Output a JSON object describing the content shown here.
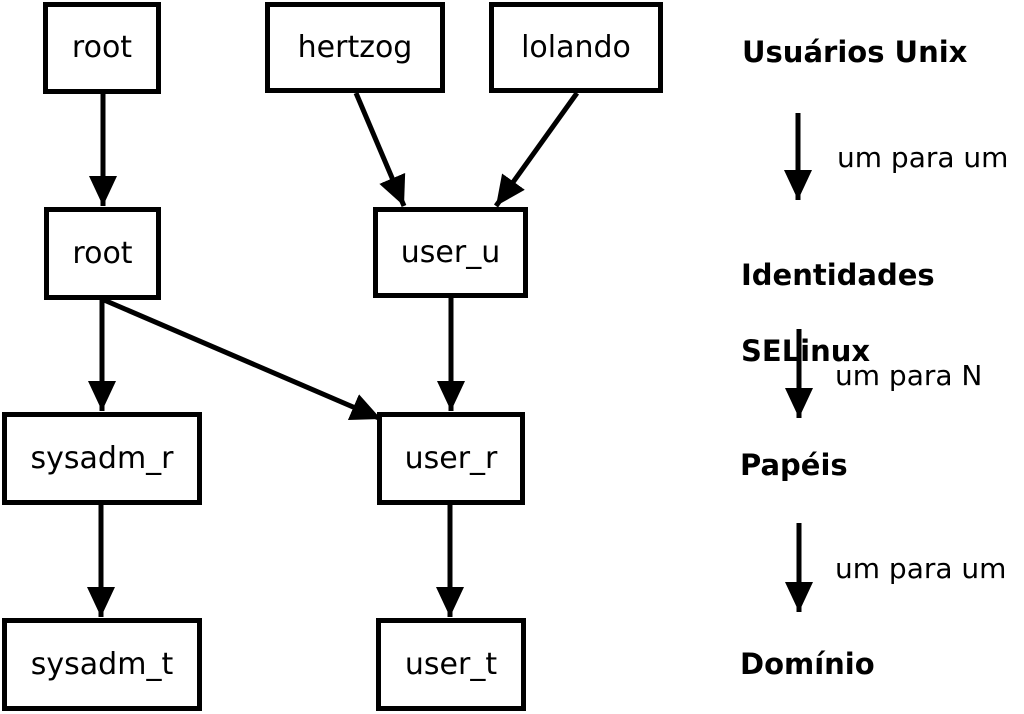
{
  "diagram": {
    "background_color": "#ffffff",
    "line_color": "#000000",
    "boxes": {
      "root_unix": "root",
      "hertzog": "hertzog",
      "lolando": "lolando",
      "root_selinux": "root",
      "user_u": "user_u",
      "sysadm_r": "sysadm_r",
      "user_r": "user_r",
      "sysadm_t": "sysadm_t",
      "user_t": "user_t"
    },
    "legend": {
      "unix_users_label": "Usuários Unix",
      "mapping1_label": "um para um",
      "selinux_identities_line1": "Identidades",
      "selinux_identities_line2": "SELinux",
      "mapping2_label": "um para N",
      "roles_label": "Papéis",
      "mapping3_label": "um para um",
      "domain_label": "Domínio"
    }
  }
}
